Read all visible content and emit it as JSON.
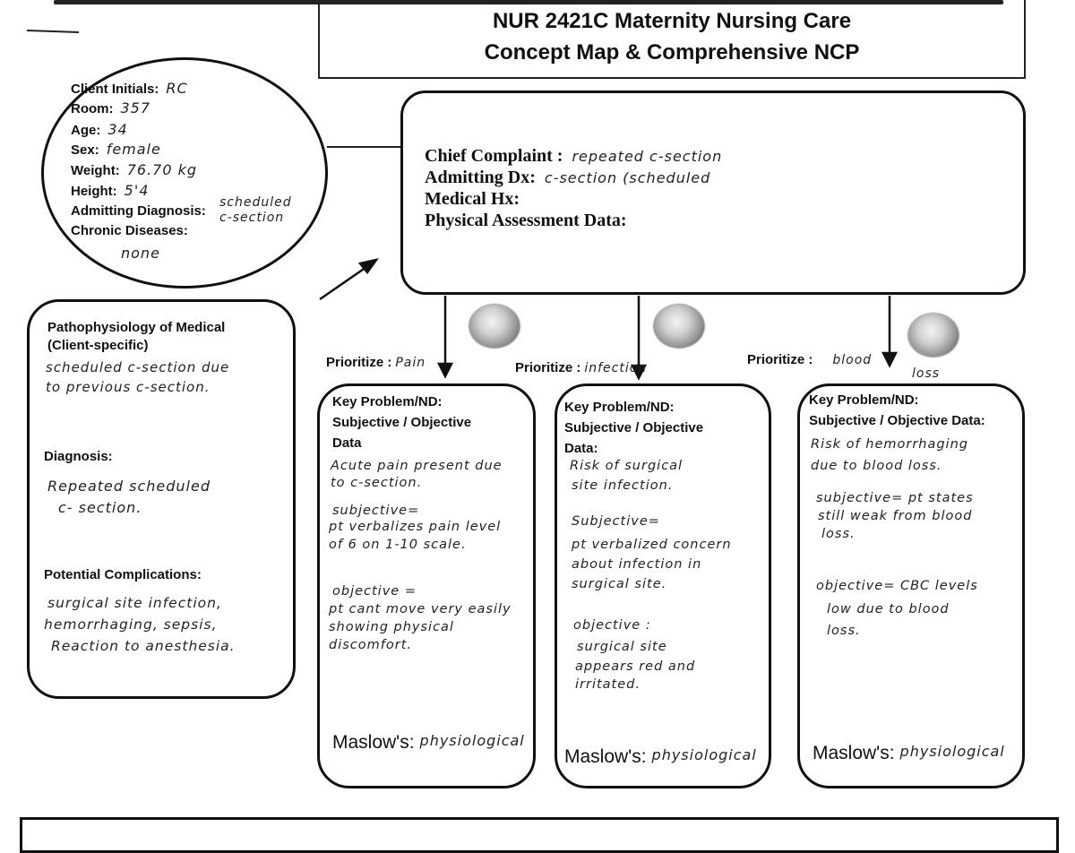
{
  "title": {
    "line1": "NUR 2421C Maternity Nursing Care",
    "line2": "Concept Map & Comprehensive NCP"
  },
  "client": {
    "initials_label": "Client Initials:",
    "initials": "RC",
    "room_label": "Room:",
    "room": "357",
    "age_label": "Age:",
    "age": "34",
    "sex_label": "Sex:",
    "sex": "female",
    "weight_label": "Weight:",
    "weight": "76.70 kg",
    "height_label": "Height:",
    "height": "5'4",
    "dx_label": "Admitting Diagnosis:",
    "dx_line1": "scheduled",
    "dx_line2": "c-section",
    "chronic_label": "Chronic Diseases:",
    "chronic": "none"
  },
  "chief": {
    "complaint_label": "Chief Complaint :",
    "complaint": "repeated   c-section",
    "admitting_label": "Admitting Dx:",
    "admitting": "c-section  (scheduled",
    "medical_label": "Medical Hx:",
    "physical_label": "Physical Assessment Data:"
  },
  "patho": {
    "heading_line1": "Pathophysiology of Medical",
    "heading_line2": "(Client-specific)",
    "text_line1": "scheduled c-section due",
    "text_line2": "to previous c-section.",
    "diagnosis_label": "Diagnosis:",
    "diagnosis_line1": "Repeated scheduled",
    "diagnosis_line2": "c- section.",
    "complications_label": "Potential Complications:",
    "comp_line1": "surgical  site  infection,",
    "comp_line2": "hemorrhaging, sepsis,",
    "comp_line3": "Reaction to anesthesia."
  },
  "problems": [
    {
      "prioritize_label": "Prioritize :",
      "prioritize": "Pain",
      "heading_line1": "Key Problem/ND:",
      "heading_line2": "Subjective / Objective",
      "heading_line3": "Data",
      "nd_line1": "Acute pain present due",
      "nd_line2": "to c-section.",
      "subj_line1": "subjective=",
      "subj_line2": "pt verbalizes pain level",
      "subj_line3": "of 6 on 1-10 scale.",
      "obj_line1": "objective =",
      "obj_line2": "pt cant move very easily",
      "obj_line3": "showing physical",
      "obj_line4": "discomfort.",
      "maslow_label": "Maslow's:",
      "maslow": "physiological"
    },
    {
      "prioritize_label": "Prioritize :",
      "prioritize": "infection",
      "heading_line1": "Key Problem/ND:",
      "heading_line2": "Subjective / Objective",
      "heading_line3": "Data:",
      "nd_line1": "Risk of surgical",
      "nd_line2": "site infection.",
      "subj_line1": "Subjective=",
      "subj_line2": "pt verbalized concern",
      "subj_line3": "about infection in",
      "subj_line4": "surgical site.",
      "obj_line1": "objective :",
      "obj_line2": "surgical  site",
      "obj_line3": "appears  red  and",
      "obj_line4": "irritated.",
      "maslow_label": "Maslow's:",
      "maslow": "physiological"
    },
    {
      "prioritize_label": "Prioritize :",
      "prioritize_line1": "blood",
      "prioritize_line2": "loss",
      "heading_line1": "Key Problem/ND:",
      "heading_line2": "Subjective / Objective Data:",
      "nd_line1": "Risk of hemorrhaging",
      "nd_line2": "due to blood loss.",
      "subj_line1": "subjective= pt states",
      "subj_line2": "still weak from blood",
      "subj_line3": "loss.",
      "obj_line1": "objective=  CBC levels",
      "obj_line2": "low due to blood",
      "obj_line3": "loss.",
      "maslow_label": "Maslow's:",
      "maslow": "physiological"
    }
  ]
}
